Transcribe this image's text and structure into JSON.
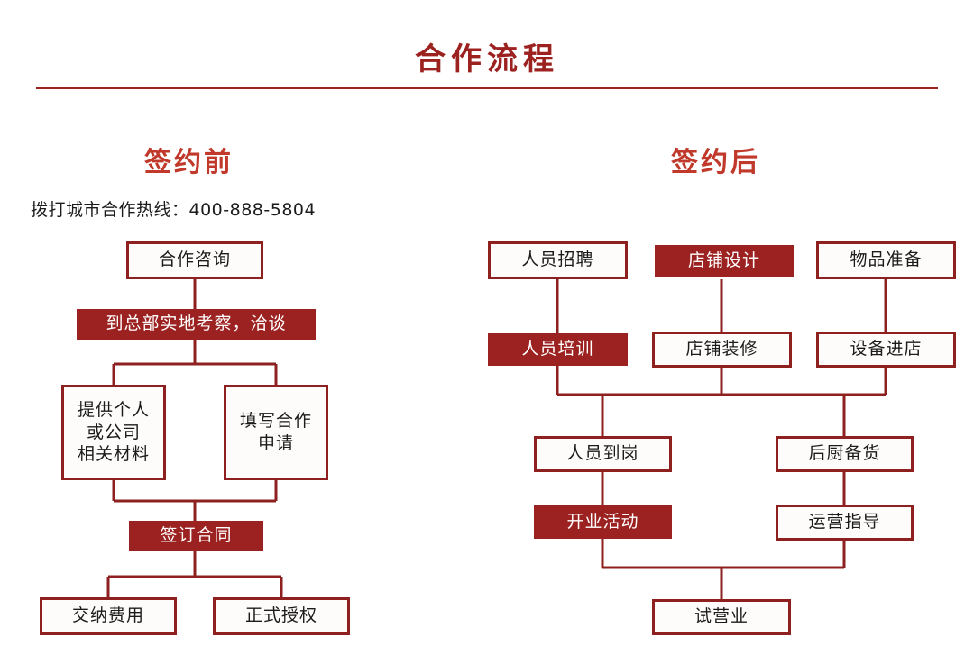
{
  "header": {
    "title": "合作流程"
  },
  "left_column": {
    "heading": "签约前",
    "hotline": "拨打城市合作热线：400-888-5804",
    "nodes": [
      {
        "id": "consult",
        "label": "合作咨询",
        "style": "outline"
      },
      {
        "id": "visit",
        "label": "到总部实地考察，洽谈",
        "style": "filled"
      },
      {
        "id": "materials",
        "label": "提供个人\n或公司\n相关材料",
        "style": "outline"
      },
      {
        "id": "application",
        "label": "填写合作\n申请",
        "style": "outline"
      },
      {
        "id": "contract",
        "label": "签订合同",
        "style": "filled"
      },
      {
        "id": "fee",
        "label": "交纳费用",
        "style": "outline"
      },
      {
        "id": "authorize",
        "label": "正式授权",
        "style": "outline"
      }
    ]
  },
  "right_column": {
    "heading": "签约后",
    "nodes": [
      {
        "id": "recruit",
        "label": "人员招聘",
        "style": "outline"
      },
      {
        "id": "design",
        "label": "店铺设计",
        "style": "filled"
      },
      {
        "id": "goods",
        "label": "物品准备",
        "style": "outline"
      },
      {
        "id": "training",
        "label": "人员培训",
        "style": "filled"
      },
      {
        "id": "decorate",
        "label": "店铺装修",
        "style": "outline"
      },
      {
        "id": "equipment",
        "label": "设备进店",
        "style": "outline"
      },
      {
        "id": "onboard",
        "label": "人员到岗",
        "style": "outline"
      },
      {
        "id": "stock",
        "label": "后厨备货",
        "style": "outline"
      },
      {
        "id": "opening",
        "label": "开业活动",
        "style": "filled"
      },
      {
        "id": "guidance",
        "label": "运营指导",
        "style": "outline"
      },
      {
        "id": "trial",
        "label": "试营业",
        "style": "outline"
      }
    ]
  },
  "colors": {
    "brand_red": "#9c2220",
    "box_border": "#8e2020",
    "box_fill": "#fdfcfa",
    "filled_bg": "#9b2220",
    "heading_red": "#c0392b",
    "text_dark": "#1b1b1b",
    "page_bg": "#ffffff"
  }
}
